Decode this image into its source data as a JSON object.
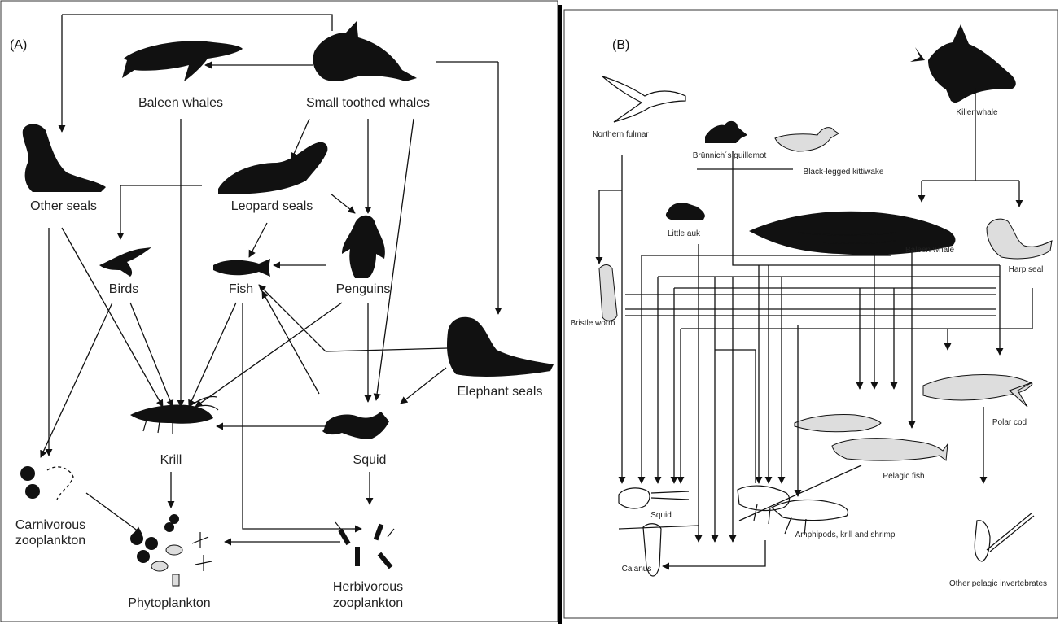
{
  "panel_a": {
    "label": "(A)",
    "nodes": {
      "baleen_whales": "Baleen whales",
      "small_toothed_whales": "Small toothed whales",
      "other_seals": "Other seals",
      "leopard_seals": "Leopard seals",
      "birds": "Birds",
      "fish": "Fish",
      "penguins": "Penguins",
      "elephant_seals": "Elephant seals",
      "krill": "Krill",
      "squid": "Squid",
      "carnivorous_zooplankton_1": "Carnivorous",
      "carnivorous_zooplankton_2": "zooplankton",
      "phytoplankton": "Phytoplankton",
      "herbivorous_zooplankton_1": "Herbivorous",
      "herbivorous_zooplankton_2": "zooplankton"
    }
  },
  "panel_b": {
    "label": "(B)",
    "nodes": {
      "northern_fulmar": "Northern fulmar",
      "brunnichs_guillemot": "Brünnich´s guillemot",
      "black_legged_kittiwake": "Black-legged kittiwake",
      "killer_whale": "Killer whale",
      "little_auk": "Little auk",
      "baleen_whale": "Baleen whale",
      "harp_seal": "Harp seal",
      "bristle_worm": "Bristle worm",
      "polar_cod": "Polar cod",
      "pelagic_fish": "Pelagic fish",
      "squid": "Squid",
      "amphipods": "Amphipods, krill and shrimp",
      "calanus": "Calanus",
      "other_pelagic_invertebrates": "Other pelagic invertebrates"
    }
  }
}
